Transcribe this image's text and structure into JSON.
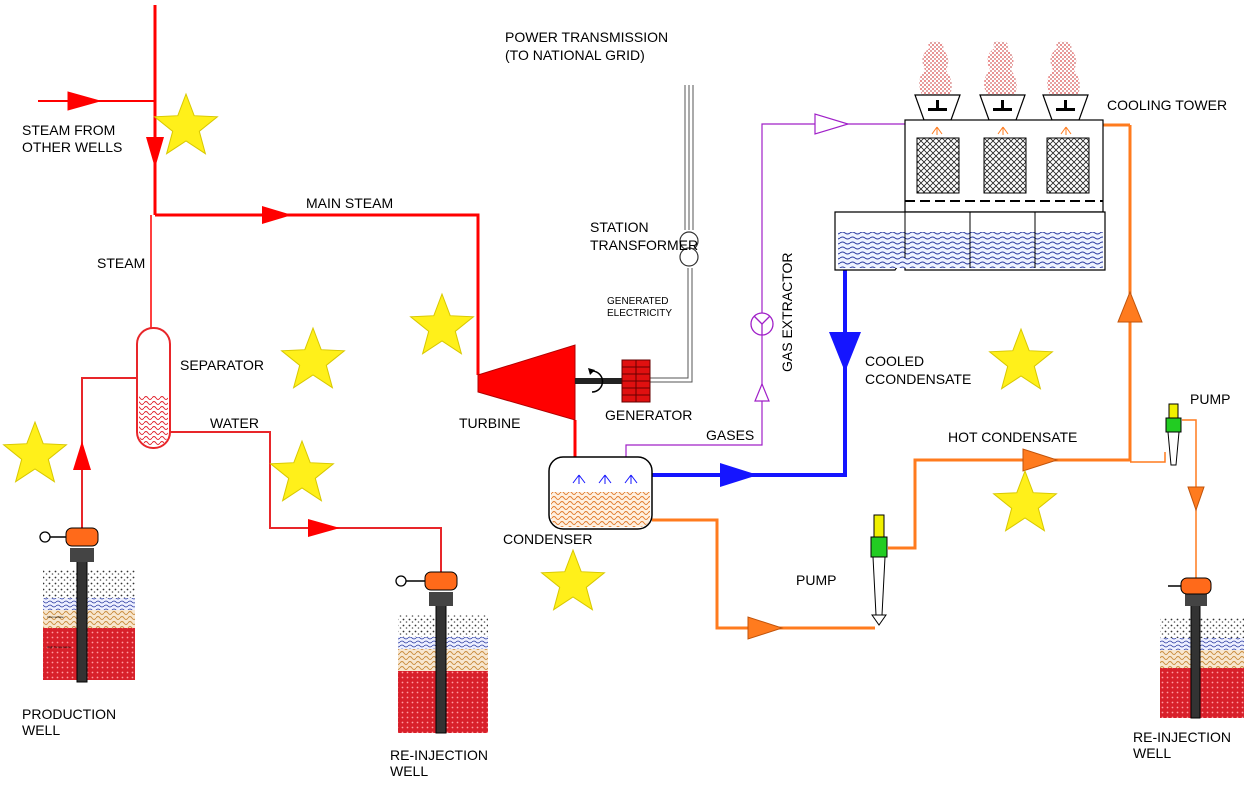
{
  "colors": {
    "steam": "#ff0000",
    "water": "#e8262a",
    "hot_condensate": "#ff7b1e",
    "cooled_condensate": "#1515ff",
    "gas": "#a020c8",
    "star": "#fff01a",
    "star_stroke": "#d8c800",
    "power": "#555555"
  },
  "labels": {
    "steam_from_other_wells_1": "STEAM FROM",
    "steam_from_other_wells_2": "OTHER WELLS",
    "main_steam": "MAIN STEAM",
    "steam": "STEAM",
    "separator": "SEPARATOR",
    "water": "WATER",
    "turbine": "TURBINE",
    "generator": "GENERATOR",
    "power_transmission_1": "POWER TRANSMISSION",
    "power_transmission_2": "(TO NATIONAL GRID)",
    "station_transformer_1": "STATION",
    "station_transformer_2": "TRANSFORMER",
    "generated_electricity_1": "GENERATED",
    "generated_electricity_2": "ELECTRICITY",
    "gas_extractor": "GAS EXTRACTOR",
    "gases": "GASES",
    "condenser": "CONDENSER",
    "cooled_condensate_1": "COOLED",
    "cooled_condensate_2": "CCONDENSATE",
    "hot_condensate": "HOT CONDENSATE",
    "cooling_tower": "COOLING TOWER",
    "pump_mid": "PUMP",
    "pump_right": "PUMP",
    "production_well_1": "PRODUCTION",
    "production_well_2": "WELL",
    "reinjection_well_mid_1": "RE-INJECTION",
    "reinjection_well_mid_2": "WELL",
    "reinjection_well_right_1": "RE-INJECTION",
    "reinjection_well_right_2": "WELL"
  },
  "icons": {
    "star": "star-icon",
    "arrow": "flow-arrow-icon",
    "valve": "valve-icon",
    "fan": "fan-icon"
  }
}
